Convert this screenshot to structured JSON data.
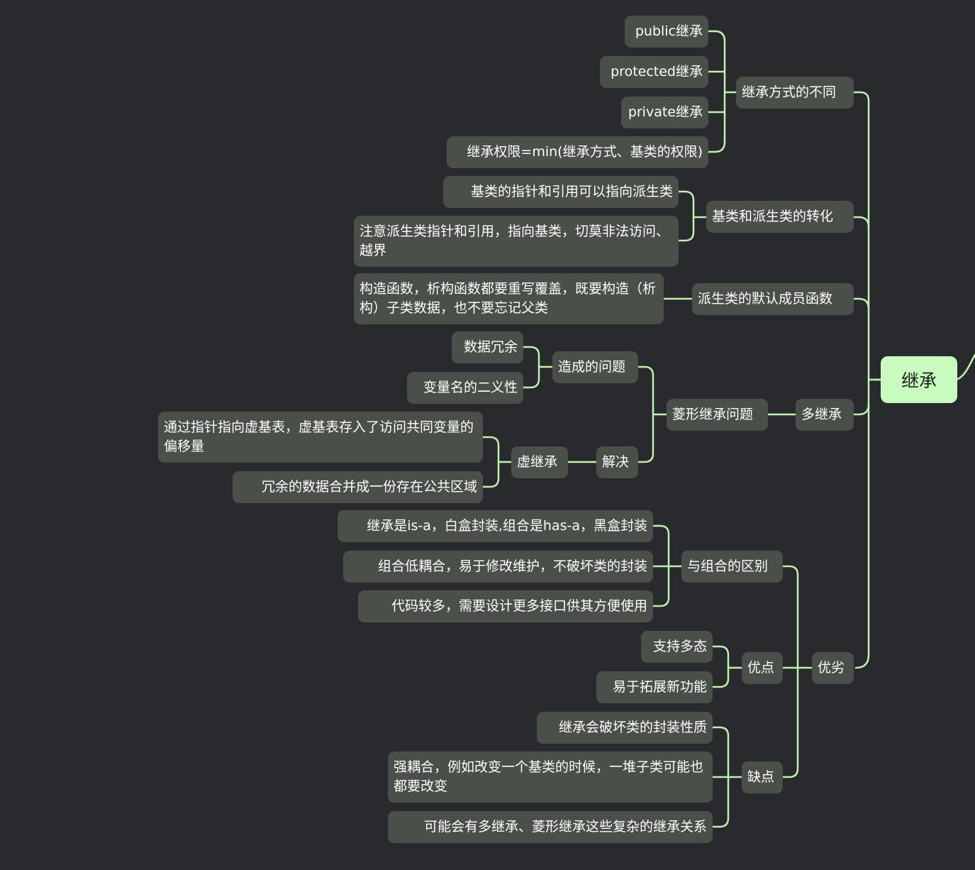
{
  "mindmap": {
    "root": "继承",
    "branches": {
      "inherit_modes": {
        "label": "继承方式的不同",
        "children": [
          "public继承",
          "protected继承",
          "private继承",
          "继承权限=min(继承方式、基类的权限)"
        ]
      },
      "conversion": {
        "label": "基类和派生类的转化",
        "children": [
          "基类的指针和引用可以指向派生类",
          "注意派生类指针和引用，指向基类，切莫非法访问、越界"
        ]
      },
      "default_members": {
        "label": "派生类的默认成员函数",
        "children": [
          "构造函数，析构函数都要重写覆盖，既要构造（析构）子类数据，也不要忘记父类"
        ]
      },
      "multiple": {
        "label": "多继承",
        "diamond": {
          "label": "菱形继承问题",
          "problems": {
            "label": "造成的问题",
            "children": [
              "数据冗余",
              "变量名的二义性"
            ]
          },
          "solution": {
            "label": "解决",
            "virtual": {
              "label": "虚继承",
              "children": [
                "通过指针指向虚基表，虚基表存入了访问共同变量的偏移量",
                "冗余的数据合并成一份存在公共区域"
              ]
            }
          }
        }
      },
      "pros_cons": {
        "label": "优劣",
        "composition": {
          "label": "与组合的区别",
          "children": [
            "继承是is-a，白盒封装,组合是has-a，黑盒封装",
            "组合低耦合，易于修改维护，不破坏类的封装",
            "代码较多，需要设计更多接口供其方便使用"
          ]
        },
        "pros": {
          "label": "优点",
          "children": [
            "支持多态",
            "易于拓展新功能"
          ]
        },
        "cons": {
          "label": "缺点",
          "children": [
            "继承会破坏类的封装性质",
            "强耦合，例如改变一个基类的时候，一堆子类可能也都要改变",
            "可能会有多继承、菱形继承这些复杂的继承关系"
          ]
        }
      }
    }
  }
}
